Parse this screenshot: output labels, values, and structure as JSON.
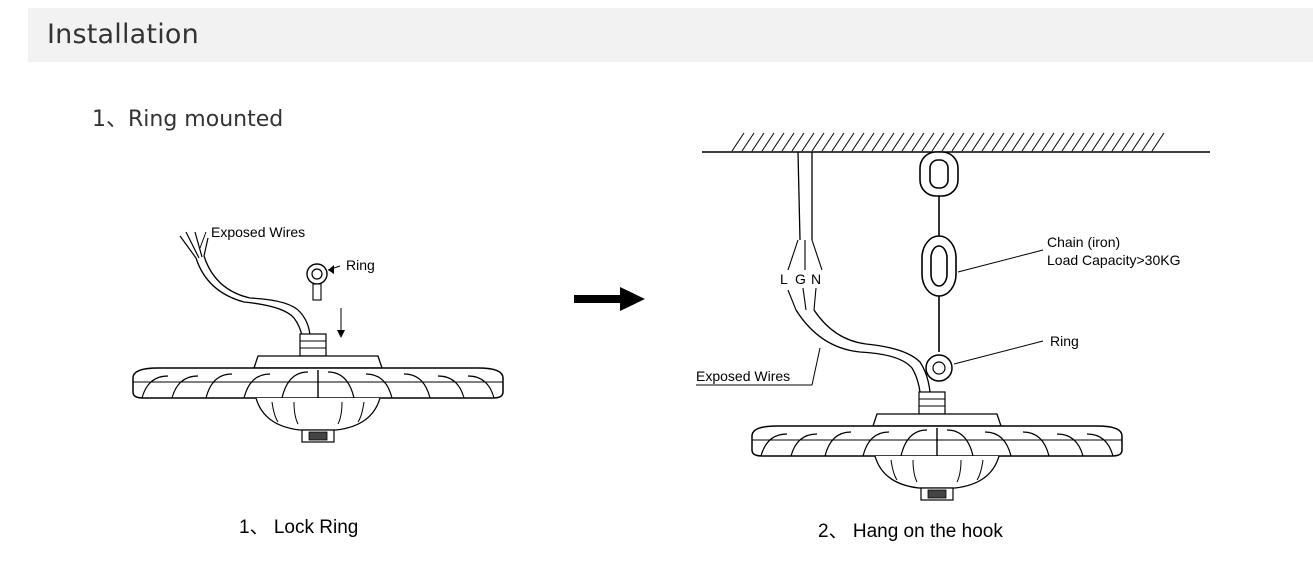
{
  "header": {
    "title": "Installation"
  },
  "section": {
    "label": "1、Ring mounted"
  },
  "left_figure": {
    "exposed_wires_label": "Exposed Wires",
    "ring_label": "Ring",
    "caption": "1、 Lock Ring"
  },
  "right_figure": {
    "wire_letters": {
      "l": "L",
      "g": "G",
      "n": "N"
    },
    "chain_label_line1": "Chain (iron)",
    "chain_label_line2": "Load Capacity>30KG",
    "ring_label": "Ring",
    "exposed_wires_label": "Exposed Wires",
    "caption": "2、 Hang on the hook"
  }
}
